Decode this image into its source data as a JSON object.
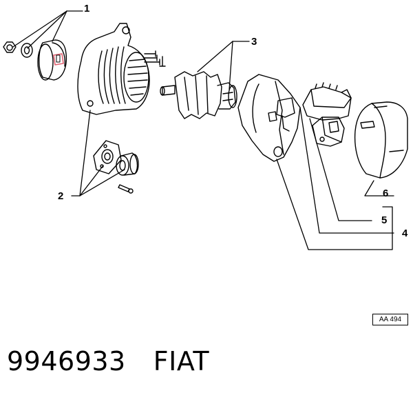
{
  "diagram": {
    "callouts": [
      "1",
      "2",
      "3",
      "4",
      "5",
      "6"
    ],
    "parts": [
      "nut-icon",
      "washer-icon",
      "pulley-icon",
      "drive-end-housing-icon",
      "bearing-plate-icon",
      "ball-bearing-icon",
      "screw-icon",
      "rotor-icon",
      "slip-ring-end-housing-icon",
      "voltage-regulator-icon",
      "rectifier-icon",
      "rear-cover-icon"
    ],
    "reference_code": "AA 494"
  },
  "caption": {
    "part_number": "9946933",
    "brand": "FIAT"
  }
}
